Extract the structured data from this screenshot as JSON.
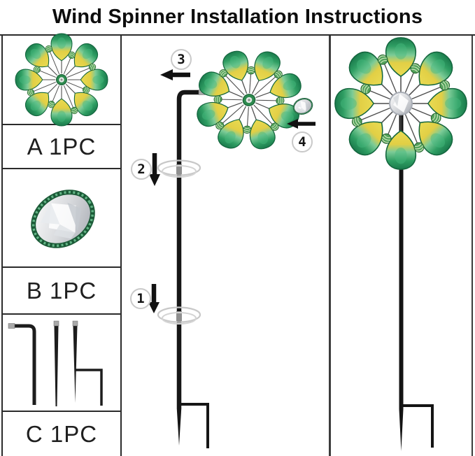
{
  "title": "Wind Spinner Installation Instructions",
  "parts": [
    {
      "id": "A",
      "label": "A 1PC",
      "icon": "wind-spinner-rotor-icon"
    },
    {
      "id": "B",
      "label": "B 1PC",
      "icon": "crystal-finial-icon"
    },
    {
      "id": "C",
      "label": "C 1PC",
      "icon": "stake-pole-sections-icon"
    }
  ],
  "steps": [
    {
      "number": "1",
      "arrow": "down"
    },
    {
      "number": "2",
      "arrow": "down"
    },
    {
      "number": "3",
      "arrow": "left"
    },
    {
      "number": "4",
      "arrow": "left"
    }
  ],
  "colors": {
    "petal_green": "#2f9e63",
    "petal_yellow": "#e7d94d",
    "petal_edge": "#14663e",
    "pole_black": "#161616",
    "ring_gray": "#c8c8c8",
    "crystal_silver": "#d9dbde",
    "rim_green": "#1b5a37",
    "border": "#2b2b2b",
    "badge_border": "#c9c9c9"
  }
}
